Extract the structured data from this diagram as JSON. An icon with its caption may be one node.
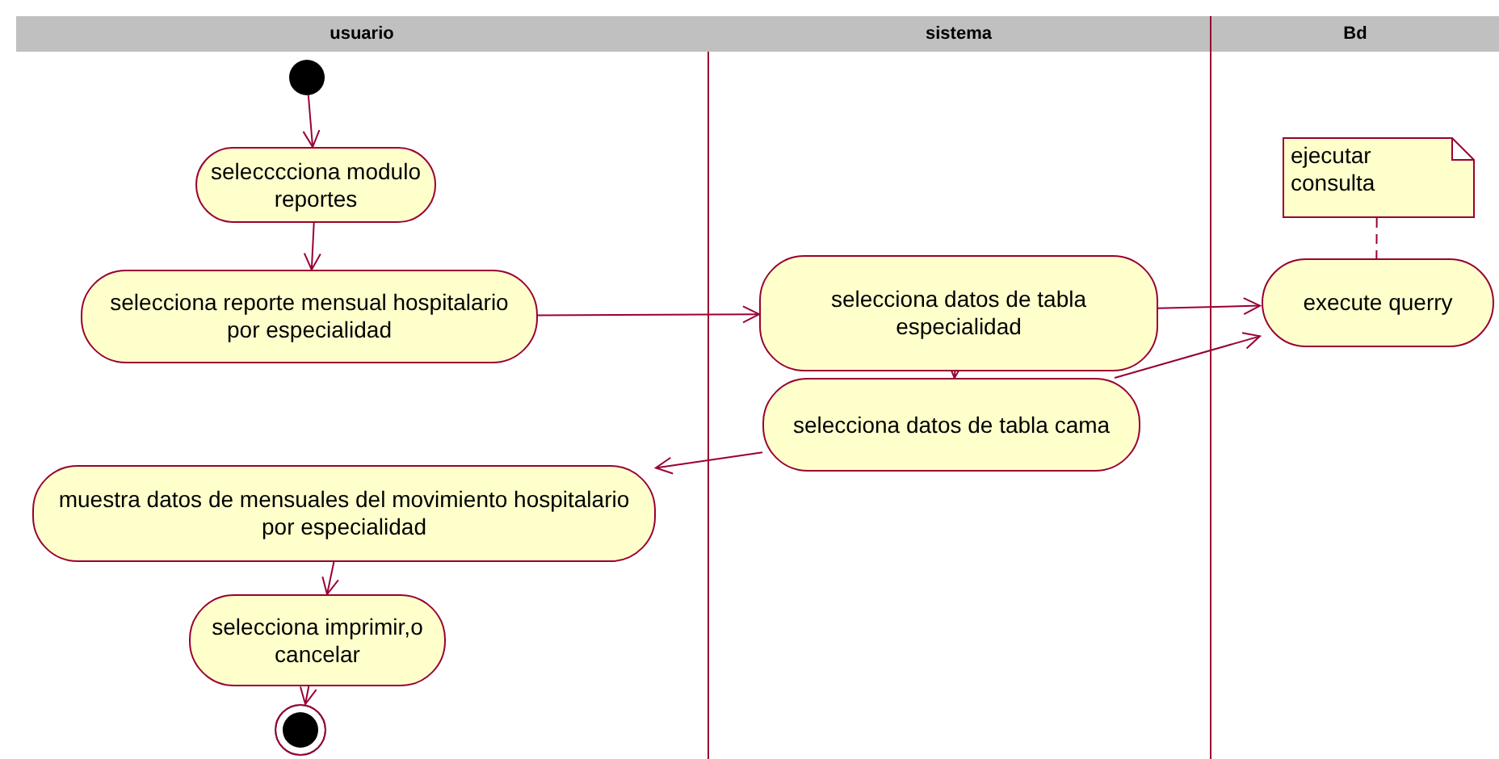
{
  "diagram": {
    "nodes": [
      {
        "text": [
          "usuario"
        ]
      },
      {
        "text": [
          "sistema"
        ]
      },
      {
        "text": [
          "Bd"
        ]
      },
      {
        "text": [],
        "shape": "circle",
        "in": 0
      },
      {
        "text": [
          "selecccciona modulo reportes"
        ],
        "in": 0
      },
      {
        "text": [
          "selecciona reporte mensual hospitalario por especialidad"
        ],
        "in": 0
      },
      {
        "text": [
          "selecciona datos de tabla especialidad"
        ],
        "in": 1
      },
      {
        "text": [
          "selecciona datos de tabla cama"
        ],
        "in": 1
      },
      {
        "text": [
          "execute querry"
        ],
        "in": 2
      },
      {
        "text": [
          "ejecutar consulta"
        ],
        "in": 2
      },
      {
        "text": [
          "muestra datos de mensuales del movimiento hospitalario por especialidad"
        ],
        "in": 0
      },
      {
        "text": [
          "selecciona imprimir,o cancelar"
        ],
        "in": 0
      },
      {
        "text": [],
        "shape": "circle",
        "in": 0
      }
    ],
    "edges": [
      {
        "from": 3,
        "to": 4,
        "arrow": "to"
      },
      {
        "from": 4,
        "to": 5,
        "arrow": "to"
      },
      {
        "from": 5,
        "to": 6,
        "arrow": "to"
      },
      {
        "from": 6,
        "to": 8,
        "arrow": "to"
      },
      {
        "from": 6,
        "to": 7,
        "arrow": "to"
      },
      {
        "from": 7,
        "to": 8,
        "arrow": "to"
      },
      {
        "from": 7,
        "to": 10,
        "arrow": "to"
      },
      {
        "from": 10,
        "to": 11,
        "arrow": "to"
      },
      {
        "from": 11,
        "to": 12,
        "arrow": "to"
      },
      {
        "from": 9,
        "to": 8,
        "arrow": "none",
        "style": "dashed"
      }
    ]
  }
}
